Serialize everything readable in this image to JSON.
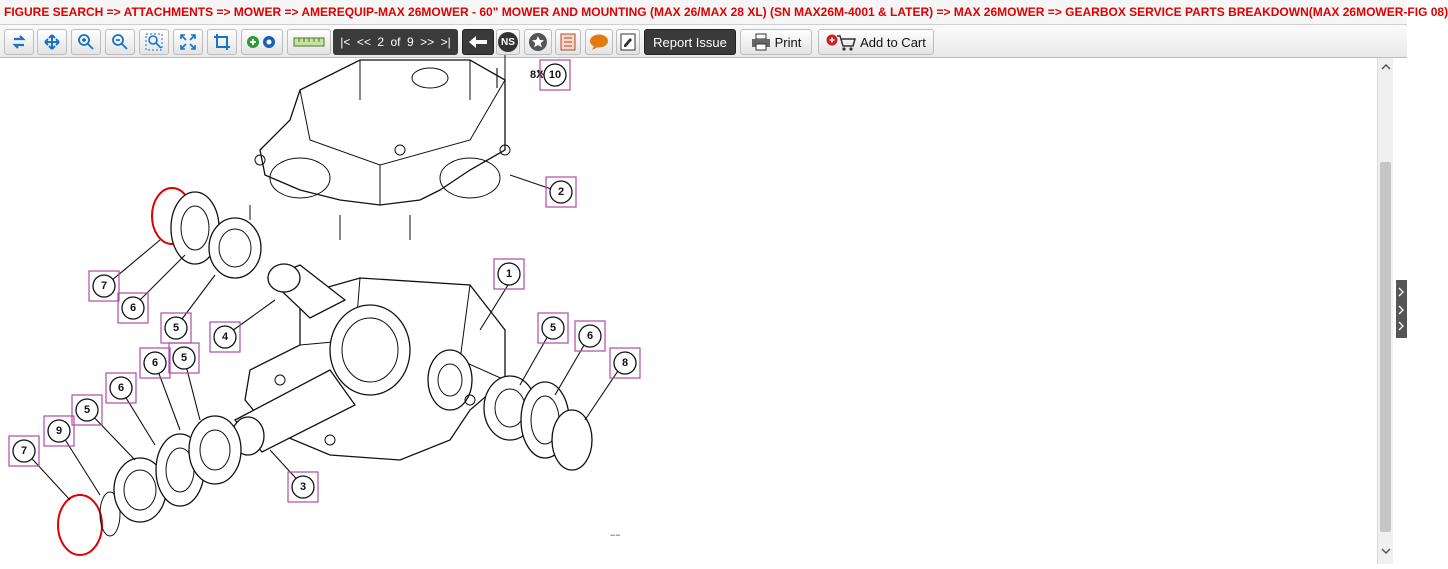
{
  "breadcrumb": "FIGURE SEARCH  => ATTACHMENTS  => MOWER  => AMEREQUIP-MAX 26MOWER - 60\" MOWER AND MOUNTING (MAX 26/MAX 28 XL) (SN MAX26M-4001 & LATER)  => MAX 26MOWER  => GEARBOX SERVICE PARTS BREAKDOWN(MAX 26MOWER-FIG 08)",
  "toolbar": {
    "icons": [
      "refresh-icon",
      "pan-icon",
      "zoom-in-icon",
      "zoom-out-icon",
      "zoom-window-icon",
      "fit-icon",
      "crop-icon",
      "add-gear-icon",
      "ruler-icon"
    ],
    "pager": {
      "first": "|<",
      "prev": "<<",
      "current": "2",
      "of": "of",
      "total": "9",
      "next": ">>",
      "last": ">|"
    },
    "ns_label": "NS",
    "report_issue": "Report Issue",
    "print": "Print",
    "add_to_cart": "Add to Cart"
  },
  "diagram": {
    "callouts": [
      "10",
      "2",
      "1",
      "7",
      "6",
      "5",
      "4",
      "5",
      "6",
      "8",
      "6",
      "5",
      "6",
      "5",
      "9",
      "7",
      "3"
    ],
    "prefix_label": "8X",
    "footnote": "−−"
  },
  "colors": {
    "breadcrumb": "#e00000",
    "callout_box": "#b04aa8",
    "highlight": "#e00000"
  }
}
